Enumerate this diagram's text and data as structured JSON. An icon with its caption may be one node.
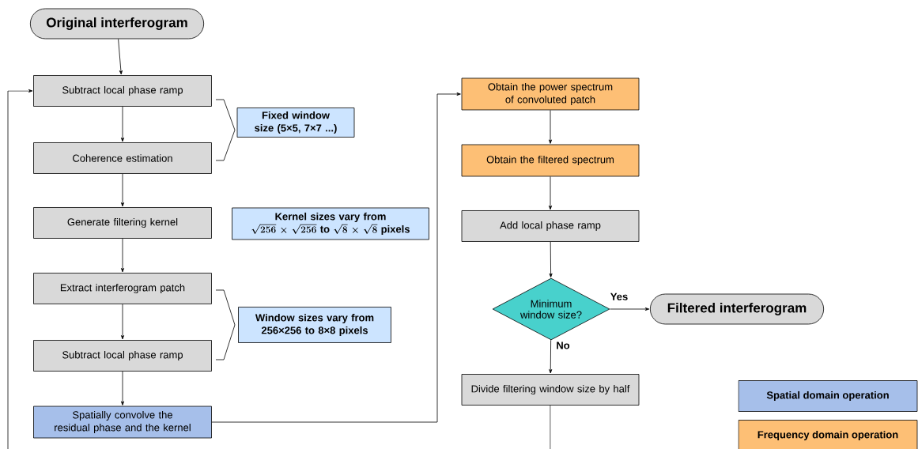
{
  "diagram": {
    "nodes": [
      {
        "text": [
          "Original interferogram"
        ]
      },
      {
        "text": [
          "Subtract local phase ramp"
        ]
      },
      {
        "text": [
          "Fixed window size (5×5, 7×7 ...)"
        ]
      },
      {
        "text": [
          "Coherence estimation"
        ]
      },
      {
        "text": [
          "Generate filtering kernel"
        ]
      },
      {
        "text": [
          "Kernel sizes vary from",
          "\\sqrt{256}\\times\\sqrt{256}",
          "to",
          "\\sqrt{8}\\times\\sqrt{8}",
          "pixels"
        ]
      },
      {
        "text": [
          "Extract interferogram patch"
        ]
      },
      {
        "text": [
          "Window sizes vary from 256×256 to 8×8 pixels"
        ]
      },
      {
        "text": [
          "Subtract local phase ramp"
        ]
      },
      {
        "text": [
          "Spatially convolve the residual phase and the kernel"
        ]
      },
      {
        "text": [
          "Obtain the power spectrum of convoluted patch"
        ]
      },
      {
        "text": [
          "Obtain the filtered spectrum"
        ]
      },
      {
        "text": [
          "Add local phase ramp"
        ]
      },
      {
        "text": [
          "Minimum window size?"
        ]
      },
      {
        "text": [
          "Filtered interferogram"
        ]
      },
      {
        "text": [
          "Divide filtering window size by half"
        ]
      }
    ],
    "edges": [
      {
        "from": 0,
        "to": 1,
        "arrow": "to"
      },
      {
        "from": 1,
        "to": 3,
        "arrow": "to"
      },
      {
        "from": 3,
        "to": 4,
        "arrow": "to"
      },
      {
        "from": 4,
        "to": 6,
        "arrow": "to"
      },
      {
        "from": 6,
        "to": 8,
        "arrow": "to"
      },
      {
        "from": 8,
        "to": 9,
        "arrow": "to"
      },
      {
        "from": 9,
        "to": 10,
        "arrow": "to"
      },
      {
        "from": 10,
        "to": 11,
        "arrow": "to"
      },
      {
        "from": 11,
        "to": 12,
        "arrow": "to"
      },
      {
        "from": 12,
        "to": 13,
        "arrow": "to"
      },
      {
        "from": 13,
        "to": 14,
        "arrow": "to",
        "label": "Yes"
      },
      {
        "from": 13,
        "to": 15,
        "arrow": "to",
        "label": "No"
      },
      {
        "from": 15,
        "to": 1,
        "arrow": "to"
      }
    ],
    "legend": [
      {
        "text": "Spatial domain operation",
        "color": "#a6bfea"
      },
      {
        "text": "Frequency domain operation",
        "color": "#fdbf75"
      }
    ]
  }
}
